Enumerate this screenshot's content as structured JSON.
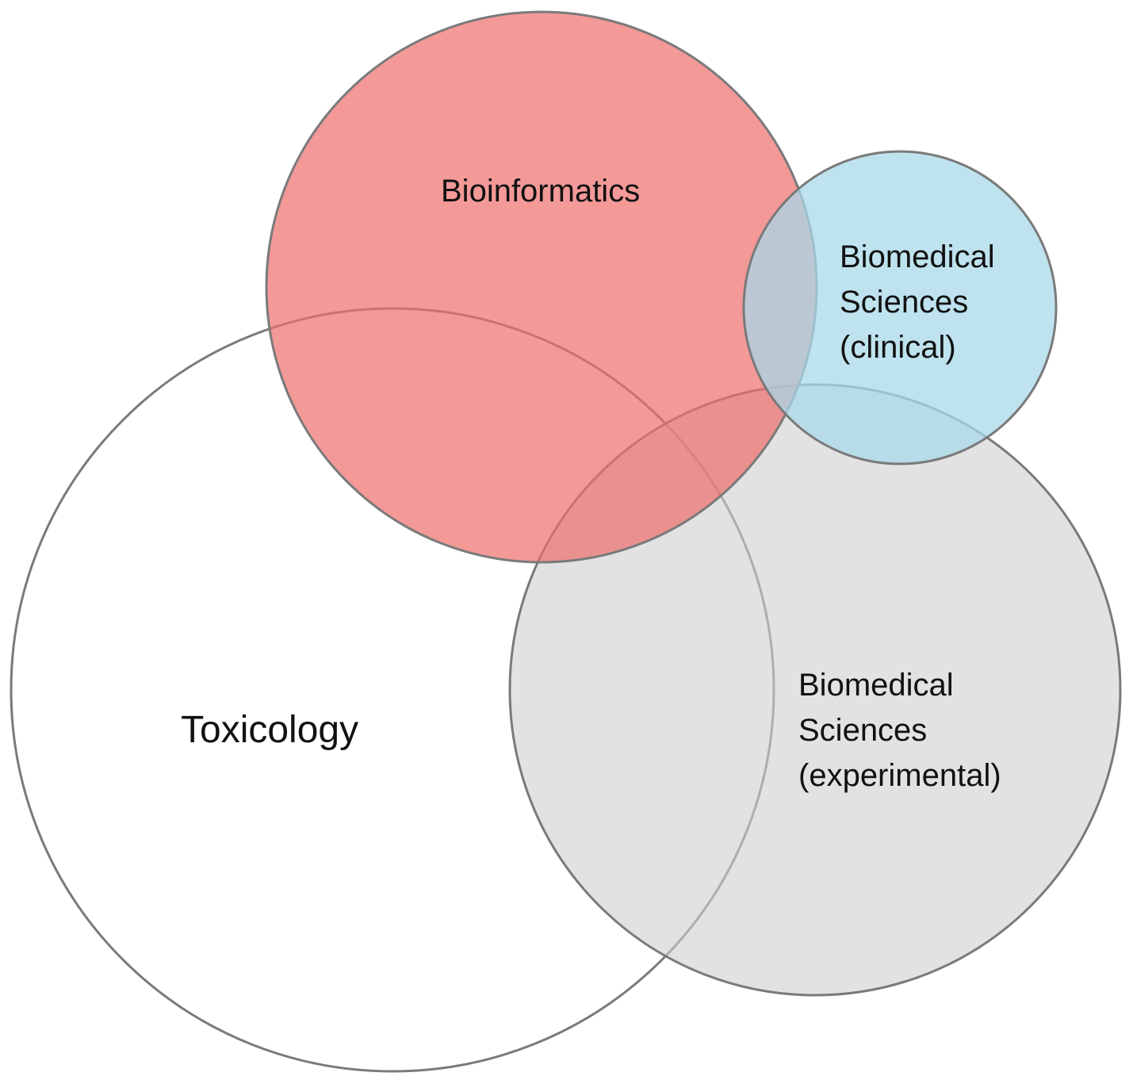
{
  "diagram": {
    "type": "venn",
    "sets": [
      {
        "id": "toxicology",
        "lines": [
          "Toxicology"
        ],
        "color": "#ffffff"
      },
      {
        "id": "biomedical-experimental",
        "lines": [
          "Biomedical",
          "Sciences",
          "(experimental)"
        ],
        "color": "#cfcfcf"
      },
      {
        "id": "bioinformatics",
        "lines": [
          "Bioinformatics"
        ],
        "color": "#ee6e6c"
      },
      {
        "id": "biomedical-clinical",
        "lines": [
          "Biomedical",
          "Sciences",
          "(clinical)"
        ],
        "color": "#a8d8e8"
      }
    ]
  }
}
